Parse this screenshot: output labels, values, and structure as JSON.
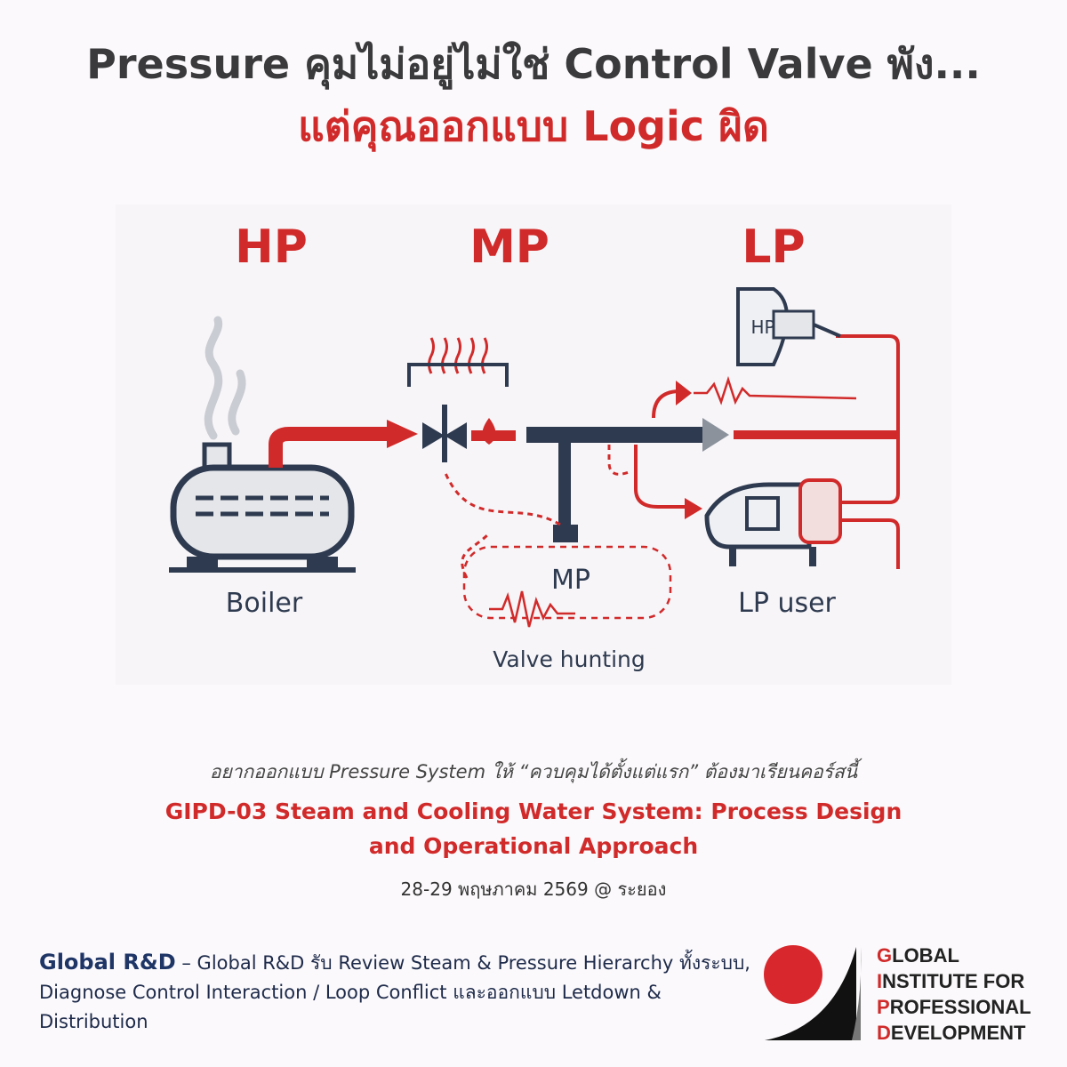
{
  "headline": {
    "line1": "Pressure คุมไม่อยู่ไม่ใช่ Control Valve พัง...",
    "line2": "แต่คุณออกแบบ Logic ผิด"
  },
  "diagram": {
    "zone_hp": "HP",
    "zone_mp": "MP",
    "zone_lp": "LP",
    "boiler_label": "Boiler",
    "mp_header_label": "MP",
    "hunting_label": "Valve hunting",
    "lp_user_label": "LP user",
    "turbine_badge": "HP",
    "colors": {
      "red": "#d12a2a",
      "navy": "#2e3a4f",
      "grey": "#8b929c"
    }
  },
  "course": {
    "intro": "อยากออกแบบ Pressure System ให้ “ควบคุมได้ตั้งแต่แรก” ต้องมาเรียนคอร์สนี้",
    "title_line1": "GIPD-03 Steam and Cooling Water System: Process Design",
    "title_line2": "and Operational Approach",
    "date": "28-29 พฤษภาคม 2569 @ ระยอง"
  },
  "footer": {
    "brand": "Global R&D",
    "text": " – Global R&D รับ Review Steam & Pressure Hierarchy ทั้งระบบ, Diagnose Control Interaction / Loop Conflict และออกแบบ Letdown & Distribution"
  },
  "logo": {
    "line1_initial": "G",
    "line1_rest": "LOBAL",
    "line2_initial": "I",
    "line2_rest": "NSTITUTE FOR",
    "line3_initial": "P",
    "line3_rest": "ROFESSIONAL",
    "line4_initial": "D",
    "line4_rest": "EVELOPMENT"
  }
}
